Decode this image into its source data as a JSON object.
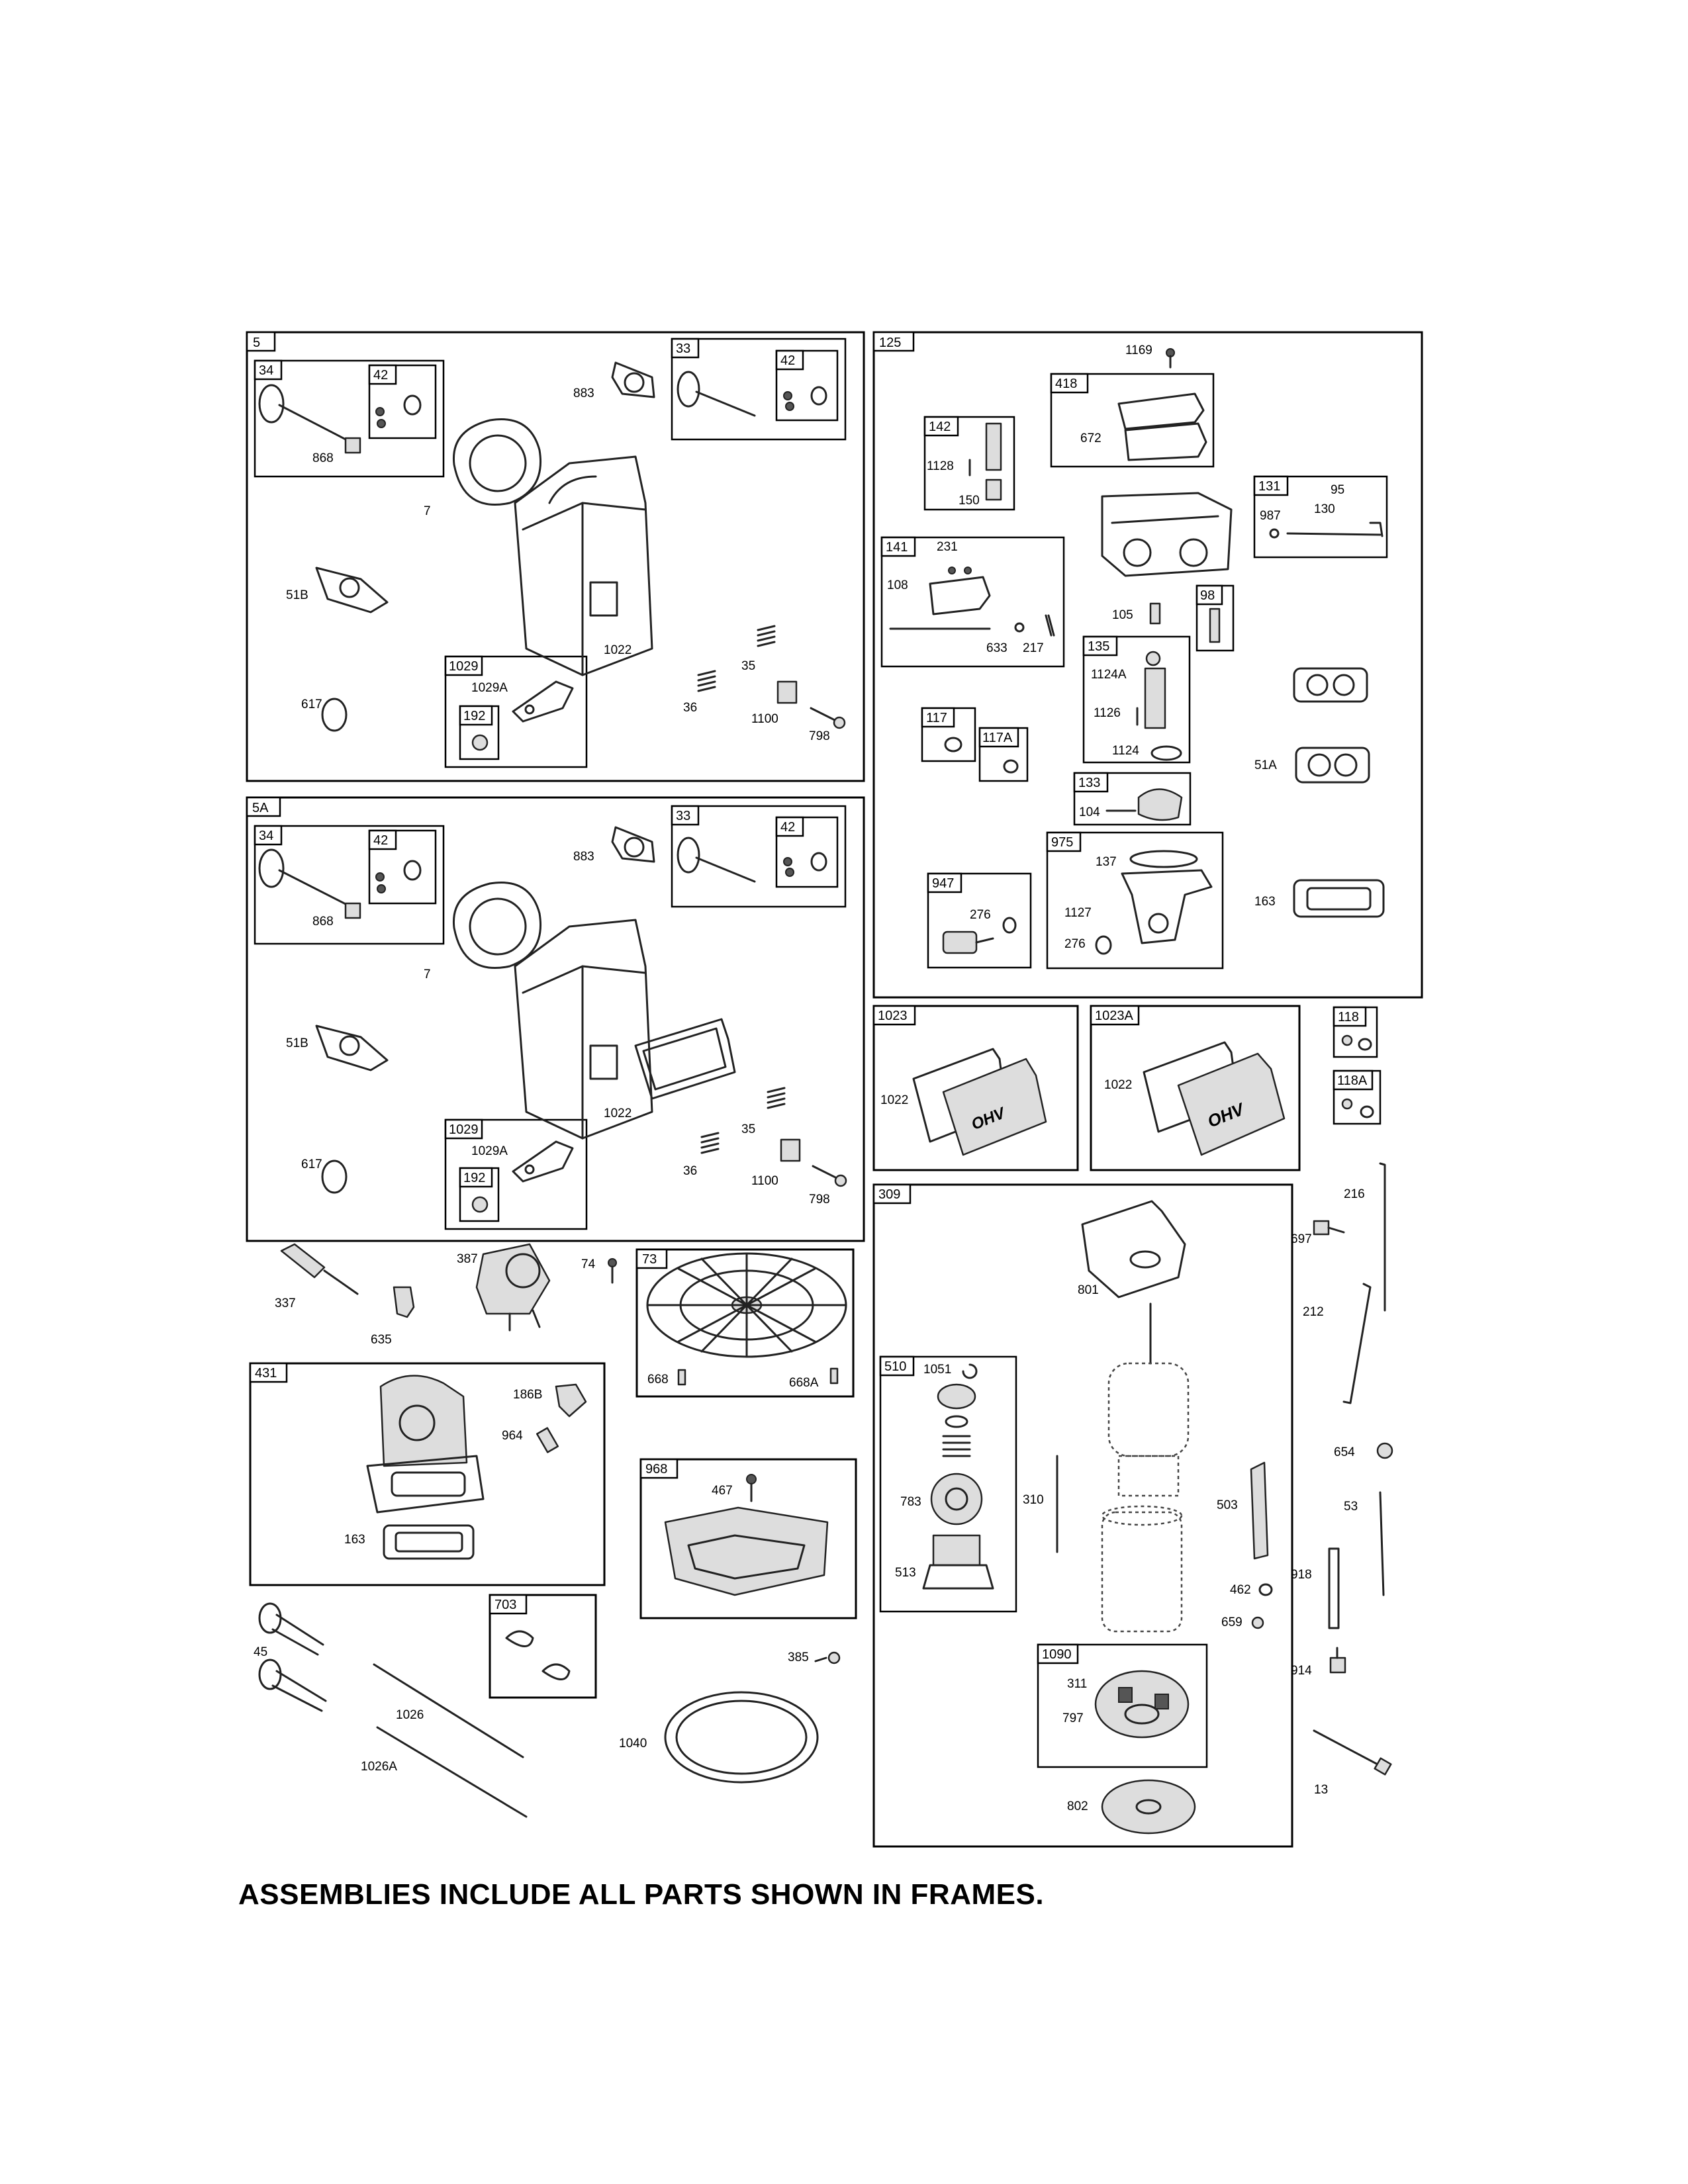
{
  "frames": {
    "f5": "5",
    "f34a": "34",
    "f42a": "42",
    "f33a": "33",
    "f42b": "42",
    "f1029a": "1029",
    "f192a": "192",
    "f5A": "5A",
    "f34b": "34",
    "f42c": "42",
    "f33b": "33",
    "f42d": "42",
    "f1029b": "1029",
    "f192b": "192",
    "f125": "125",
    "f418": "418",
    "f142": "142",
    "f131": "131",
    "f141": "141",
    "f98": "98",
    "f135": "135",
    "f117": "117",
    "f117A": "117A",
    "f133": "133",
    "f975": "975",
    "f947": "947",
    "f1023": "1023",
    "f1023A": "1023A",
    "f118": "118",
    "f118A": "118A",
    "f309": "309",
    "f510": "510",
    "f1090": "1090",
    "f73": "73",
    "f431": "431",
    "f968": "968",
    "f703": "703"
  },
  "labels": {
    "p883a": "883",
    "p868a": "868",
    "p7a": "7",
    "p51Ba": "51B",
    "p1022a": "1022",
    "p617a": "617",
    "p1029Aa": "1029A",
    "p35a": "35",
    "p36a": "36",
    "p1100a": "1100",
    "p798a": "798",
    "p883b": "883",
    "p868b": "868",
    "p7b": "7",
    "p51Bb": "51B",
    "p1022b": "1022",
    "p617b": "617",
    "p1029Ab": "1029A",
    "p35b": "35",
    "p36b": "36",
    "p1100b": "1100",
    "p798b": "798",
    "p1169": "1169",
    "p672": "672",
    "p1128": "1128",
    "p150": "150",
    "p95": "95",
    "p987": "987",
    "p130": "130",
    "p231": "231",
    "p108": "108",
    "p633": "633",
    "p217": "217",
    "p105": "105",
    "p1124A": "1124A",
    "p1126": "1126",
    "p1124": "1124",
    "p51A": "51A",
    "p104": "104",
    "p137": "137",
    "p1127": "1127",
    "p276a": "276",
    "p276b": "276",
    "p163a": "163",
    "p1022c": "1022",
    "p1022d": "1022",
    "p216": "216",
    "p697": "697",
    "p801": "801",
    "p212": "212",
    "p1051": "1051",
    "p783": "783",
    "p513": "513",
    "p310": "310",
    "p503": "503",
    "p654": "654",
    "p53": "53",
    "p462": "462",
    "p659": "659",
    "p918": "918",
    "p311": "311",
    "p797": "797",
    "p802": "802",
    "p914": "914",
    "p13": "13",
    "p337": "337",
    "p635": "635",
    "p387": "387",
    "p74": "74",
    "p668": "668",
    "p668A": "668A",
    "p186B": "186B",
    "p964": "964",
    "p163b": "163",
    "p467": "467",
    "p385": "385",
    "p1040": "1040",
    "p45": "45",
    "p1026": "1026",
    "p1026A": "1026A"
  },
  "badge_text": "OHV",
  "footer": "ASSEMBLIES INCLUDE ALL PARTS SHOWN IN FRAMES."
}
